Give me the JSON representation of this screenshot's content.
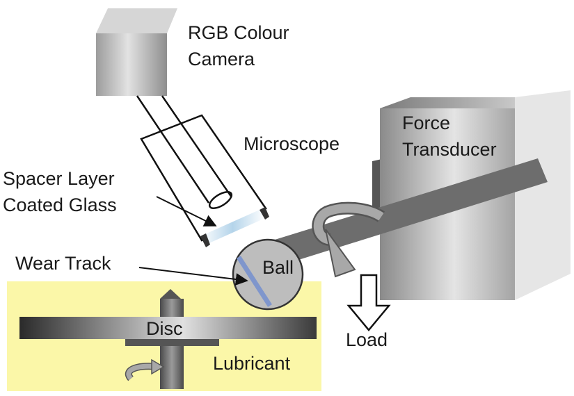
{
  "labels": {
    "camera_line1": "RGB Colour",
    "camera_line2": "Camera",
    "microscope": "Microscope",
    "force_line1": "Force",
    "force_line2": "Transducer",
    "spacer_line1": "Spacer Layer",
    "spacer_line2": "Coated Glass",
    "wear_track": "Wear Track",
    "ball": "Ball",
    "disc": "Disc",
    "load": "Load",
    "lubricant": "Lubricant"
  },
  "colors": {
    "lubricant_bath": "#fbf7a8",
    "wear_track": "#7f96cc",
    "glass": "#b4d4ea"
  }
}
